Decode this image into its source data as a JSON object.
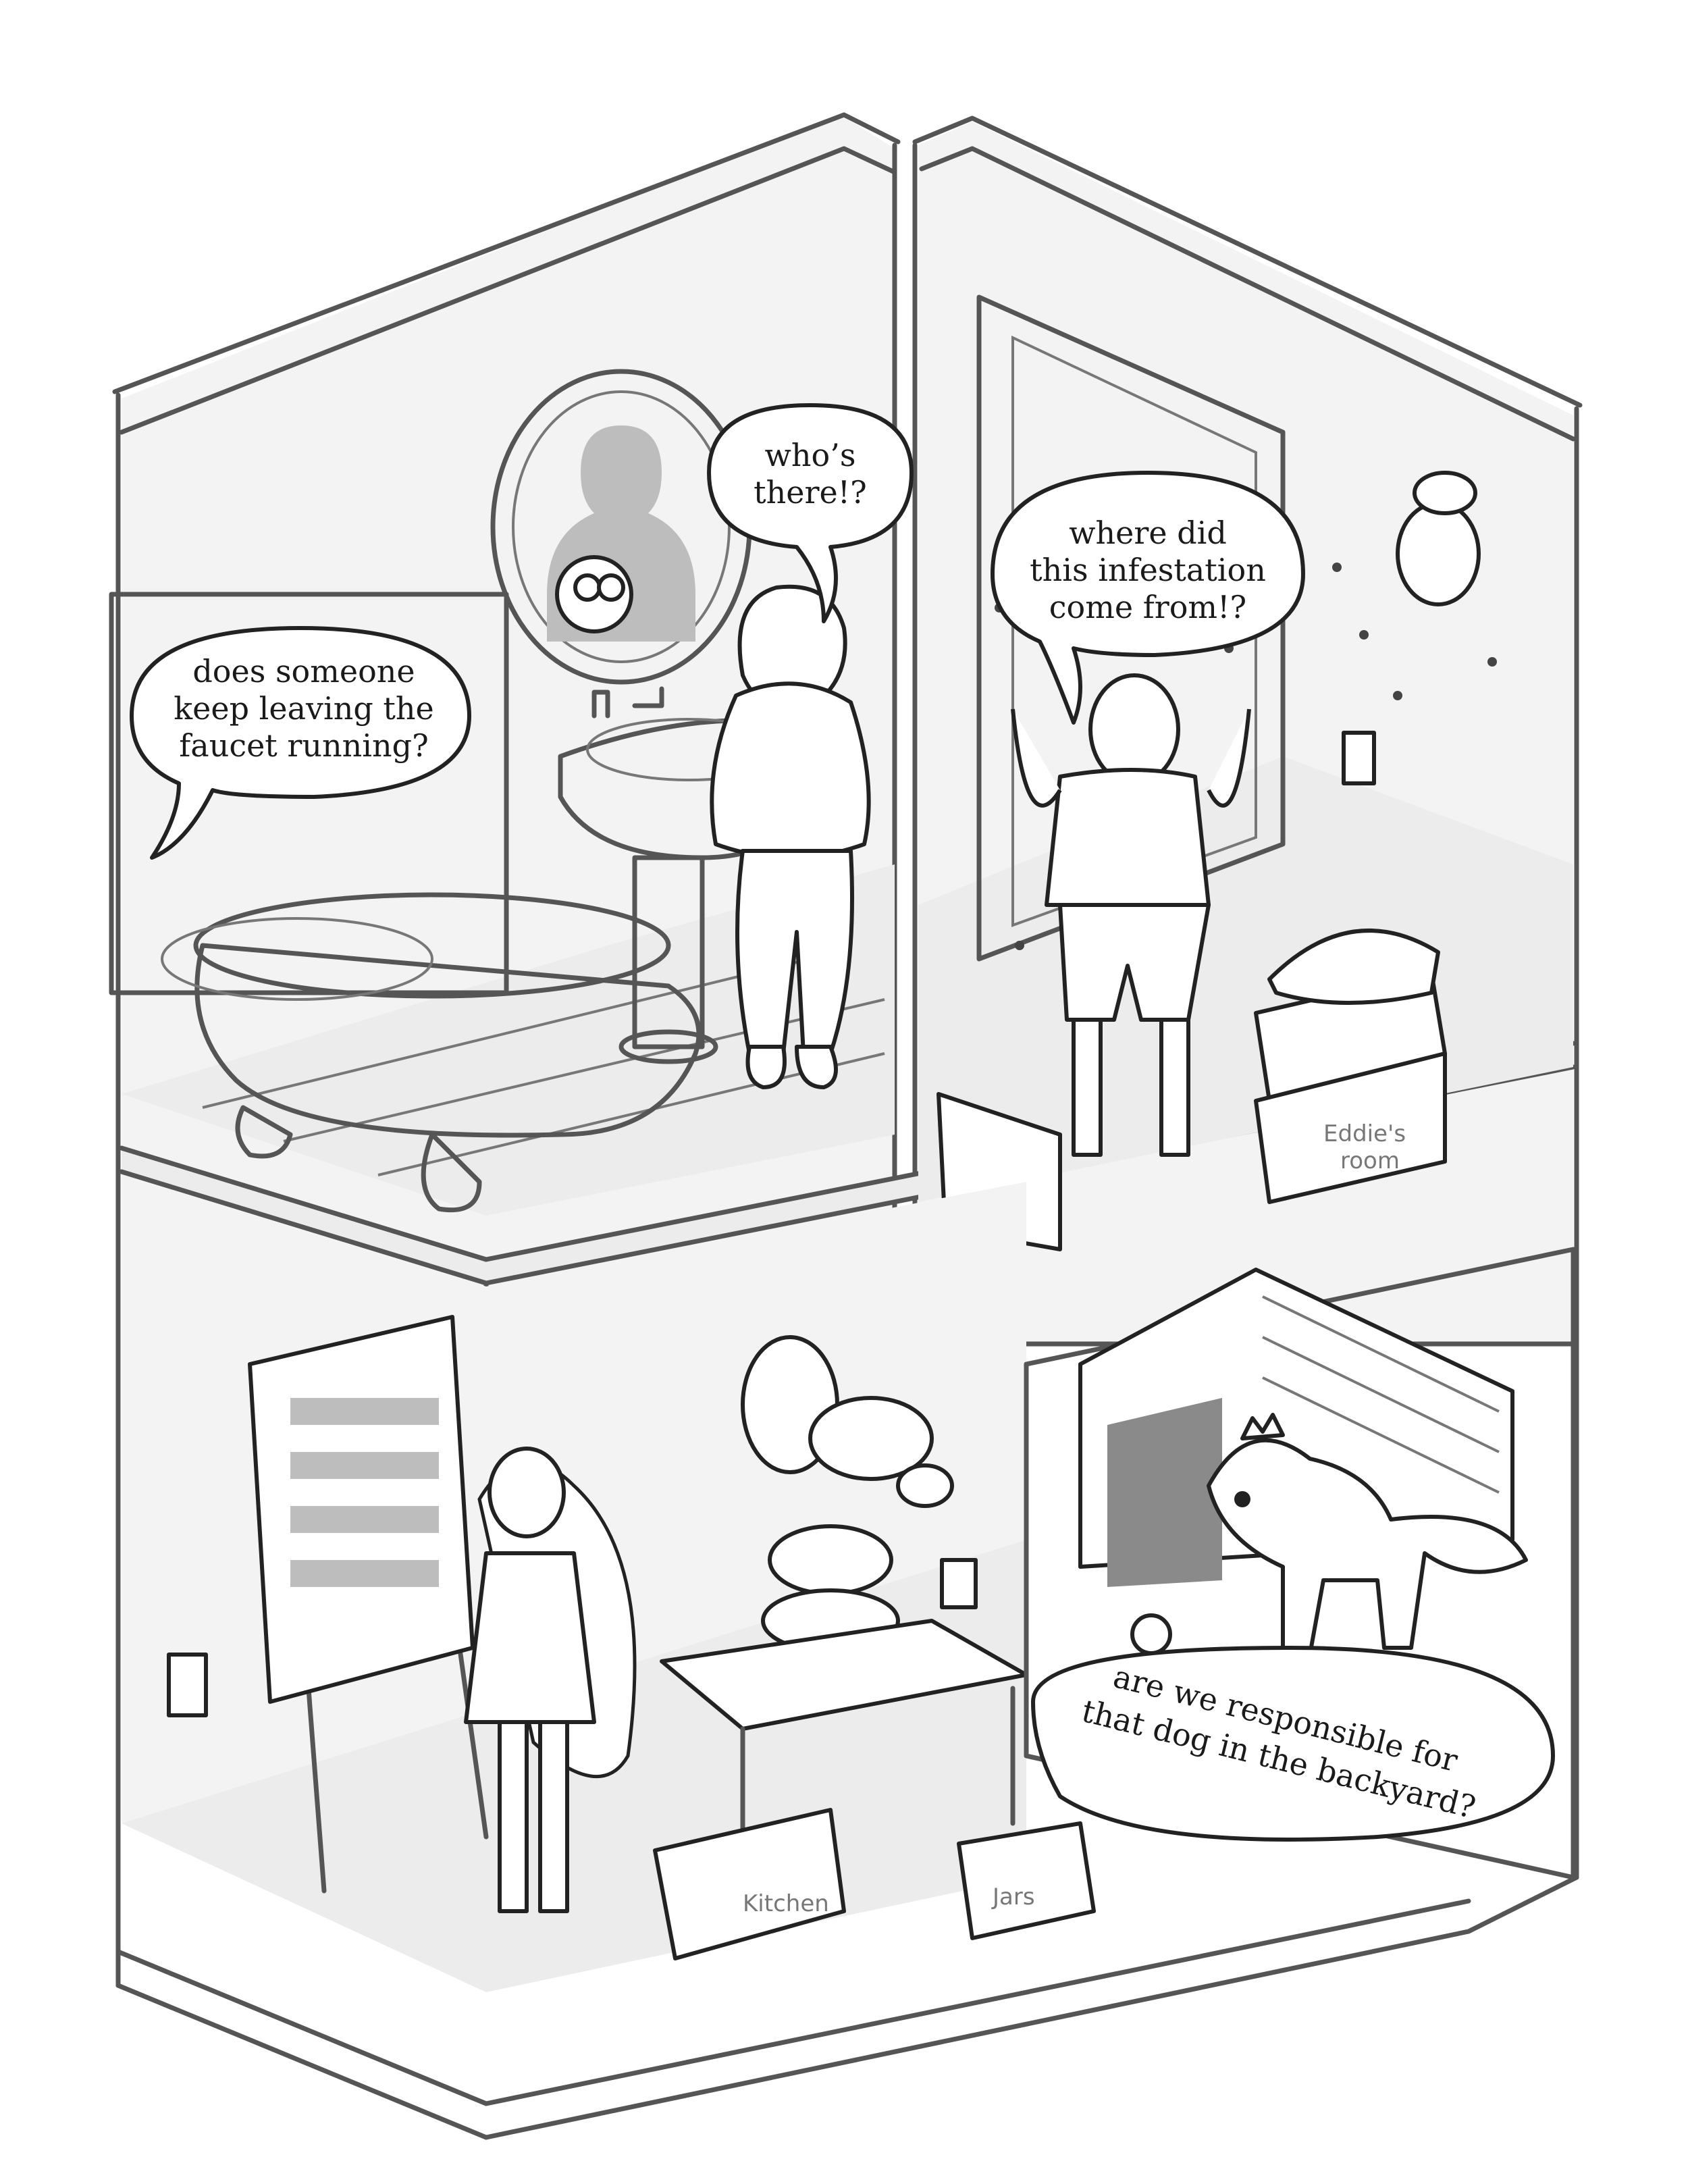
{
  "rooms": {
    "bathroom": {
      "bubble_there": [
        "who’s",
        "there!?"
      ],
      "caption_faucet": [
        "does someone",
        "keep leaving the",
        "faucet running?"
      ]
    },
    "bedroom": {
      "bubble_infestation": [
        "where did",
        "this infestation",
        "come from!?"
      ],
      "box_label": [
        "Eddie's",
        "room"
      ]
    },
    "kitchen": {
      "box_label_kitchen": "Kitchen",
      "box_label_jars": "Jars"
    },
    "backyard": {
      "bubble_dog": [
        "are we responsible for",
        "that dog in the backyard?"
      ]
    }
  },
  "colors": {
    "ink": "#222222",
    "wall_line": "#555555",
    "shade": "#bdbdbd"
  },
  "icons": [
    "mirror-icon",
    "sink-icon",
    "bathtub-icon",
    "door-icon",
    "light-switch-icon",
    "easel-icon",
    "outlet-icon",
    "doghouse-icon",
    "tennis-ball-icon",
    "fly-icon",
    "crown-icon"
  ]
}
